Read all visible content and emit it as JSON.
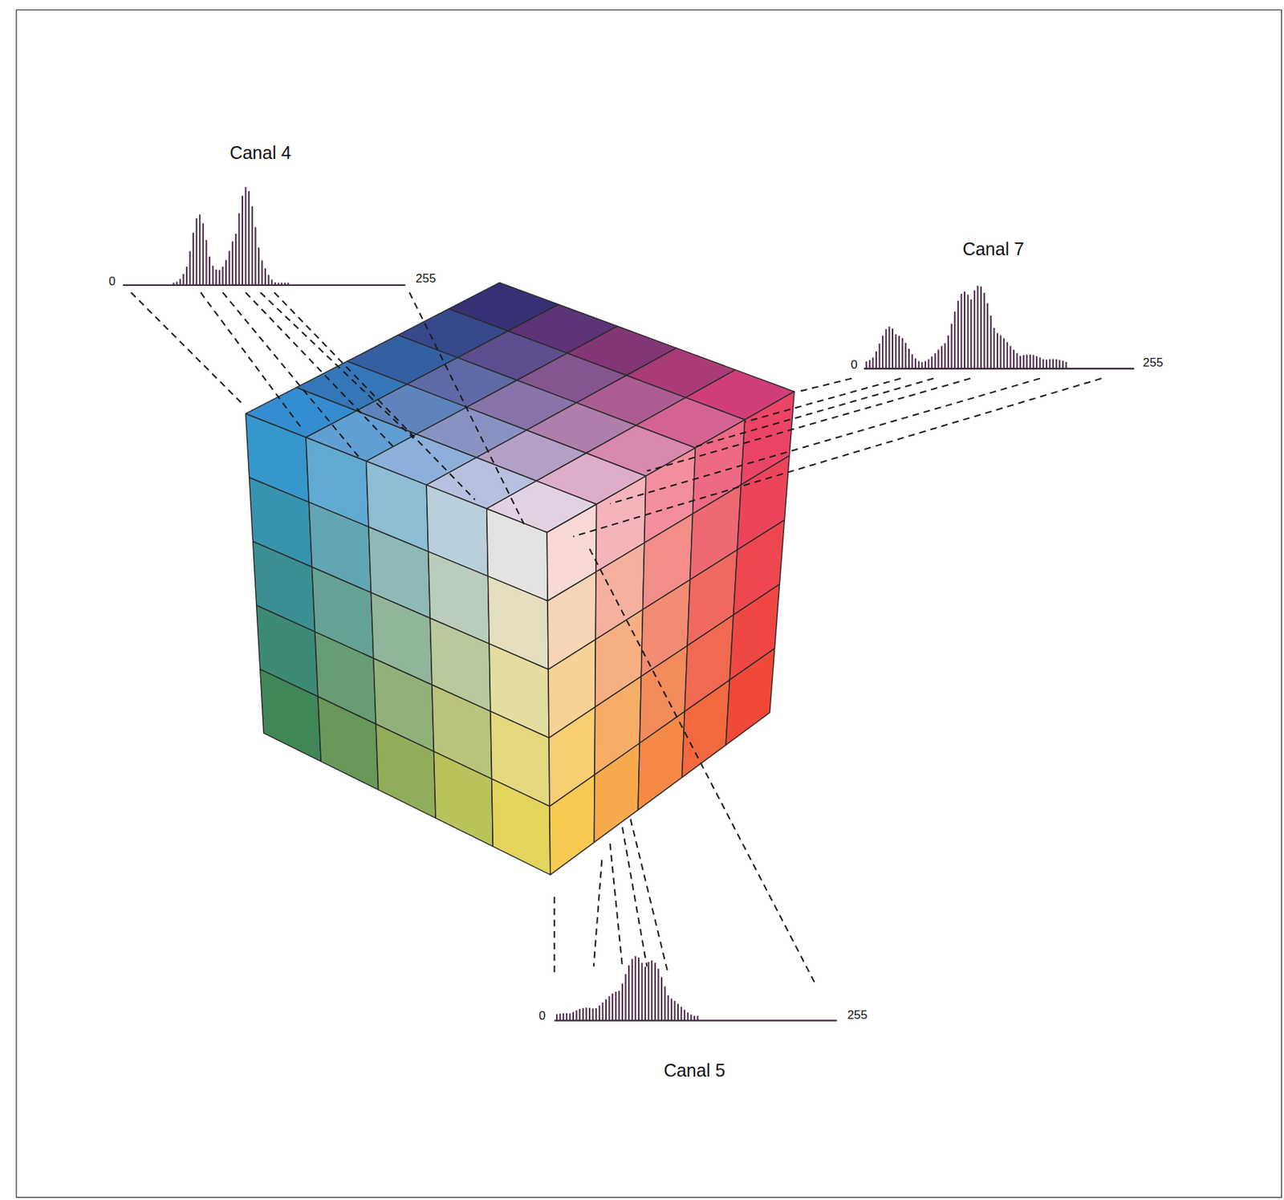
{
  "diagram": {
    "labels": [
      "Canal 4",
      "0",
      "255",
      "Canal 7",
      "0",
      "255",
      "0",
      "255",
      "Canal 5"
    ]
  }
}
